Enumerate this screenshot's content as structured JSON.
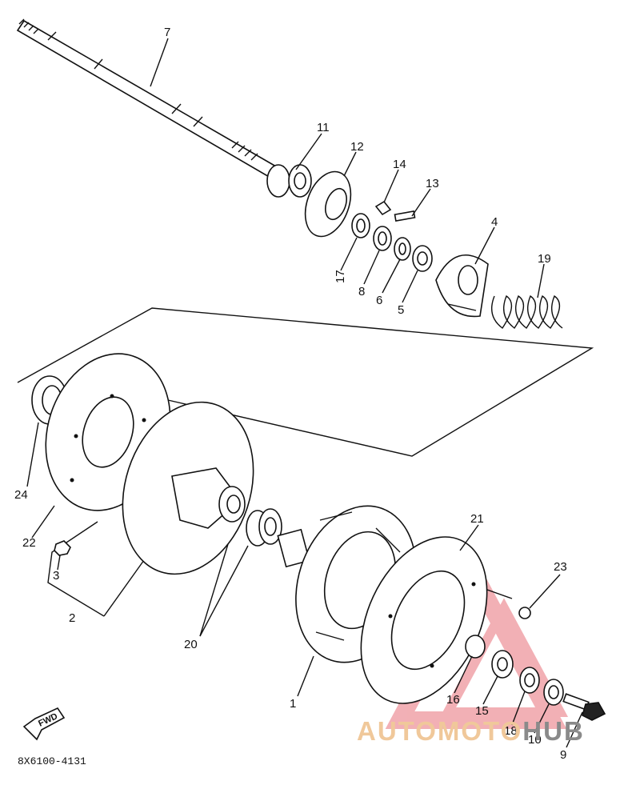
{
  "diagram": {
    "labels": [
      "7",
      "11",
      "12",
      "14",
      "13",
      "4",
      "19",
      "17",
      "8",
      "6",
      "5",
      "24",
      "22",
      "3",
      "2",
      "20",
      "1",
      "21",
      "23",
      "16",
      "15",
      "18",
      "10",
      "9"
    ],
    "fwd_badge": "FWD",
    "code": "8X6100-4131"
  },
  "watermark": {
    "left": "AUTOMOTO",
    "right": "HUB",
    "colors": {
      "triangle": "#e8707a",
      "left_text": "#f0c89a",
      "right_text": "#8a8a8a"
    }
  }
}
